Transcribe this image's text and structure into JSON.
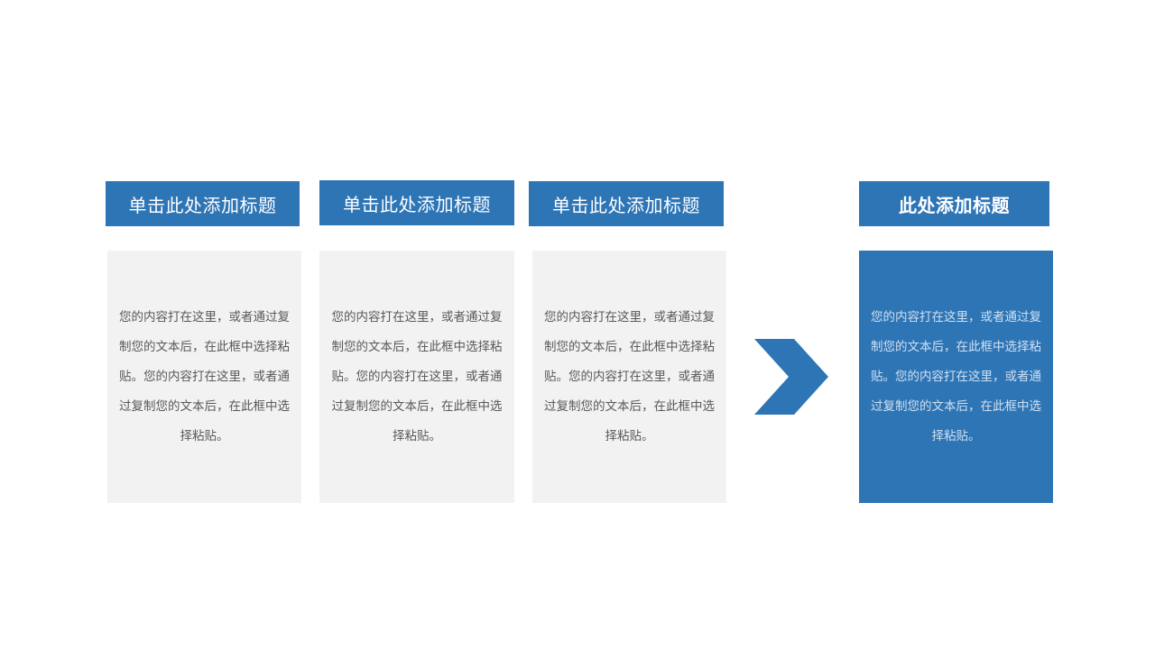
{
  "columns": [
    {
      "title": "单击此处添加标题",
      "body": "您的内容打在这里，或者通过复制您的文本后，在此框中选择粘贴。您的内容打在这里，或者通过复制您的文本后，在此框中选择粘贴。"
    },
    {
      "title": "单击此处添加标题",
      "body": "您的内容打在这里，或者通过复制您的文本后，在此框中选择粘贴。您的内容打在这里，或者通过复制您的文本后，在此框中选择粘贴。"
    },
    {
      "title": "单击此处添加标题",
      "body": "您的内容打在这里，或者通过复制您的文本后，在此框中选择粘贴。您的内容打在这里，或者通过复制您的文本后，在此框中选择粘贴。"
    }
  ],
  "result": {
    "title": "此处添加标题",
    "body": "您的内容打在这里，或者通过复制您的文本后，在此框中选择粘贴。您的内容打在这里，或者通过复制您的文本后，在此框中选择粘贴。"
  },
  "arrow_icon": "chevron-right-icon",
  "colors": {
    "accent": "#2e75b6",
    "panel": "#f2f2f2",
    "body_text": "#595959"
  }
}
